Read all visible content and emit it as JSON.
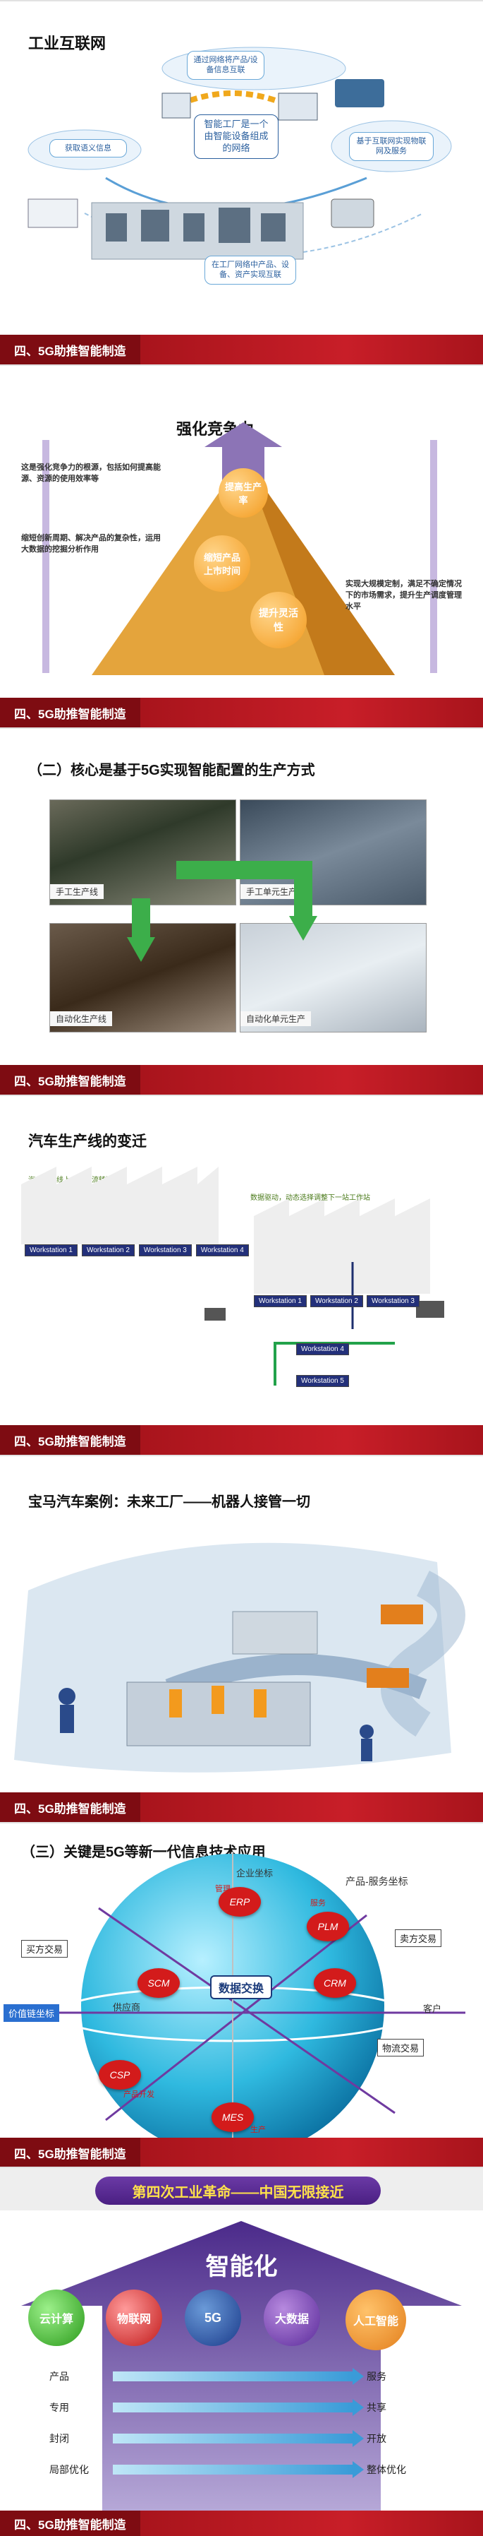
{
  "footer_label": "四、5G助推智能制造",
  "slide1": {
    "title": "工业互联网",
    "b_top": "通过网络将产品/设备信息互联",
    "b_left": "获取语义信息",
    "b_center": "智能工厂是一个由智能设备组成的网络",
    "b_right": "基于互联网实现物联网及服务",
    "b_bottom": "在工厂网络中产品、设备、资产实现互联"
  },
  "slide2": {
    "title": "强化竞争力",
    "left_top": "这是强化竞争力的根源，包括如何提高能源、资源的使用效率等",
    "left_mid": "缩短创新周期、解决产品的复杂性，运用大数据的挖掘分析作用",
    "right": "实现大规模定制，满足不确定情况下的市场需求，提升生产调度管理水平",
    "c1": "提高生产率",
    "c2": "缩短产品上市时间",
    "c3": "提升灵活性"
  },
  "slide3": {
    "title": "（二）核心是基于5G实现智能配置的生产方式",
    "p1": "手工生产线",
    "p2": "手工单元生产",
    "p3": "自动化生产线",
    "p4": "自动化单元生产"
  },
  "slide4": {
    "title": "汽车生产线的变迁",
    "left_caption": "汽车生产线上产品的流转顺序",
    "ws": [
      "Workstation 1",
      "Workstation 2",
      "Workstation 3",
      "Workstation 4"
    ],
    "right_caption": "数据驱动，动态选择调整下一站工作站",
    "ws2": [
      "Workstation 1",
      "Workstation 2",
      "Workstation 3",
      "Workstation 4",
      "Workstation 5"
    ]
  },
  "slide5": {
    "title": "宝马汽车案例：未来工厂——机器人接管一切"
  },
  "slide6": {
    "title": "（三）关键是5G等新一代信息技术应用",
    "axis_top": "企业坐标",
    "axis_product": "产品-服务坐标",
    "axis_value": "价值链坐标",
    "manage": "管理",
    "nodes": {
      "erp": "ERP",
      "plm": "PLM",
      "scm": "SCM",
      "crm": "CRM",
      "csp": "CSP",
      "mes": "MES"
    },
    "center": "数据交换",
    "labels": {
      "buyer": "买方交易",
      "seller": "卖方交易",
      "supply": "供应商",
      "customer": "客户",
      "logistics": "物流交易",
      "dev": "产品开发",
      "production": "生产",
      "service": "服务",
      "manage2": "管理"
    }
  },
  "slide7": {
    "banner": "第四次工业革命——中国无限接近",
    "headline": "智能化",
    "techs": [
      "云计算",
      "物联网",
      "5G",
      "大数据",
      "人工智能"
    ],
    "rows": [
      [
        "产品",
        "服务"
      ],
      [
        "专用",
        "共享"
      ],
      [
        "封闭",
        "开放"
      ],
      [
        "局部优化",
        "整体优化"
      ]
    ]
  },
  "colors": {
    "brand_red": "#a8141c",
    "accent_blue": "#3a9bd8",
    "purple": "#5a2d82",
    "orange": "#e37f1c"
  }
}
